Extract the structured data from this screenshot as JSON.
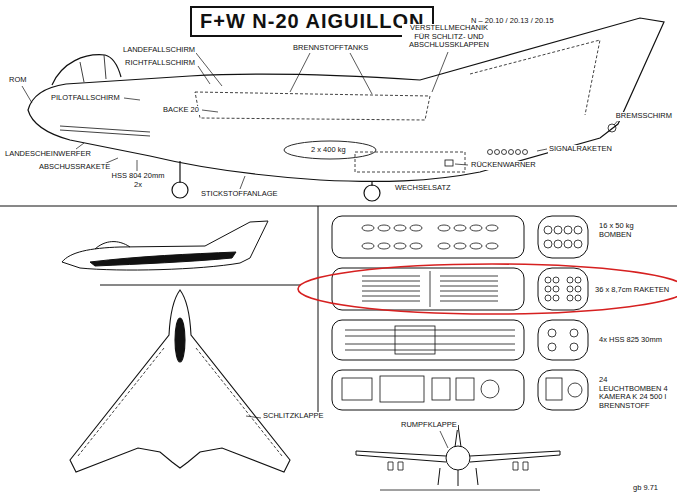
{
  "diagram": {
    "title": "F+W N-20 AIGUILLON",
    "labels": [
      "N – 20.10 / 20.13 / 20.15",
      "LANDEFALLSCHIRM",
      "RICHTFALLSCHIRM",
      "BRENNSTOFFTANKS",
      "VERSTELLMECHANIK FÜR SCHLITZ- UND ABSCHLUSSKLAPPEN",
      "ROM",
      "PILOTFALLSCHIRM",
      "BACKE 20",
      "LANDESCHEINWERFER",
      "ABSCHUSSRAKETE",
      "HSS 804 20mm 2x",
      "STICKSTOFFANLAGE",
      "2 x 400 kg",
      "WECHSELSATZ",
      "RÜCKENWARNER",
      "SIGNALRAKETEN",
      "BREMSSCHIRM",
      "16 x 50 kg BOMBEN",
      "36 x 8,7cm RAKETEN",
      "4x HSS 825 30mm",
      "24 LEUCHTBOMBEN 4 KAMERA K 24 500 l BRENNSTOFF",
      "SCHLITZKLAPPE",
      "RUMPFKLAPPE",
      "gb 9.71"
    ]
  }
}
